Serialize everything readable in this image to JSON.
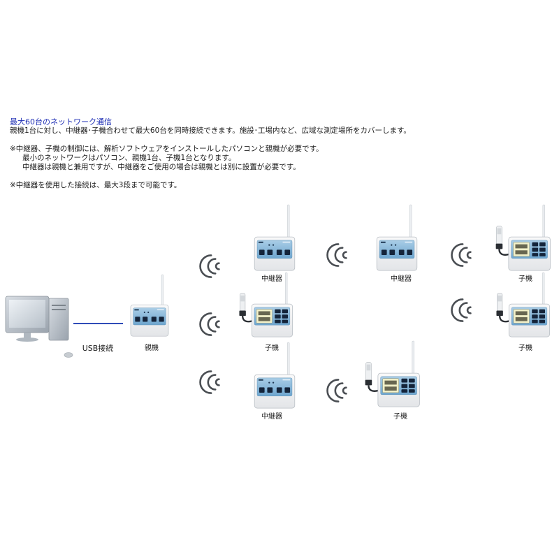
{
  "header": {
    "title": "最大60台のネットワーク通信",
    "description": "親機1台に対し、中継器･子機合わせて最大60台を同時接続できます。施設･工場内など、広域な測定場所をカバーします。"
  },
  "notes": {
    "note1_line1": "※中継器、子機の制御には、解析ソフトウェアをインストールしたパソコンと親機が必要です。",
    "note1_line2": "最小のネットワークはパソコン、親機1台、子機1台となります。",
    "note1_line3": "中継器は親機と兼用ですが、中継器をご使用の場合は親機とは別に設置が必要です。",
    "note2": "※中継器を使用した接続は、最大3段まで可能です。"
  },
  "diagram": {
    "connection_label": "USB接続",
    "base_label": "親機",
    "repeater_label": "中継器",
    "child_label": "子機",
    "accent_color": "#2f4bb8"
  }
}
